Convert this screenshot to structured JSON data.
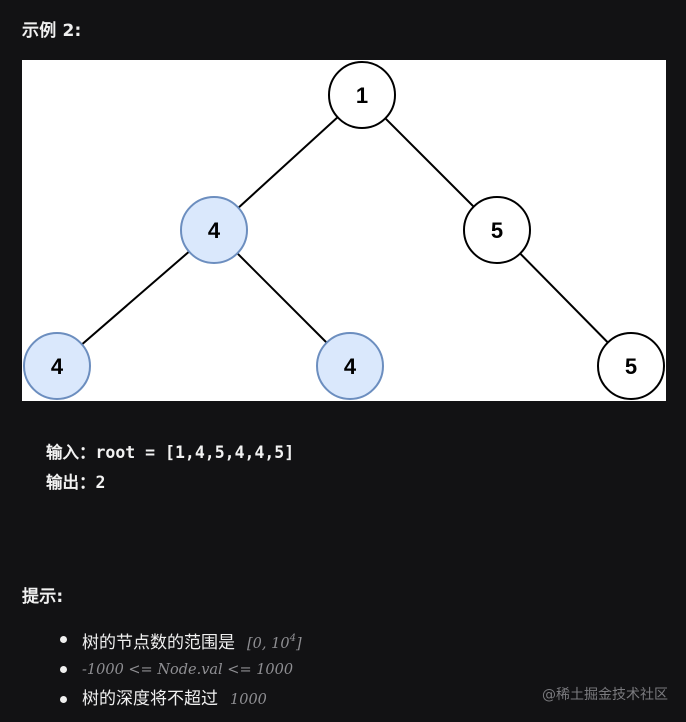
{
  "example": {
    "heading": "示例 2:"
  },
  "tree": {
    "nodes": [
      {
        "id": "n1",
        "value": "1",
        "highlighted": false
      },
      {
        "id": "n2",
        "value": "4",
        "highlighted": true
      },
      {
        "id": "n3",
        "value": "5",
        "highlighted": false
      },
      {
        "id": "n4",
        "value": "4",
        "highlighted": true
      },
      {
        "id": "n5",
        "value": "4",
        "highlighted": true
      },
      {
        "id": "n6",
        "value": "5",
        "highlighted": false
      }
    ],
    "edges": [
      [
        "n1",
        "n2"
      ],
      [
        "n1",
        "n3"
      ],
      [
        "n2",
        "n4"
      ],
      [
        "n2",
        "n5"
      ],
      [
        "n3",
        "n6"
      ]
    ],
    "colors": {
      "highlight_fill": "#dae8fc",
      "highlight_stroke": "#6c8ebf",
      "plain_fill": "#ffffff",
      "plain_stroke": "#000000"
    }
  },
  "code": {
    "input_label": "输入：",
    "input_value": "root = [1,4,5,4,4,5]",
    "output_label": "输出：",
    "output_value": "2"
  },
  "tips": {
    "heading": "提示:",
    "items": [
      {
        "text": "树的节点数的范围是",
        "math_prefix": "[0, 10",
        "math_sup": "4",
        "math_suffix": "]"
      },
      {
        "text": "",
        "math": "-1000 <= Node.val <= 1000"
      },
      {
        "text": "树的深度将不超过",
        "math": "1000"
      }
    ]
  },
  "watermark": "@稀土掘金技术社区"
}
